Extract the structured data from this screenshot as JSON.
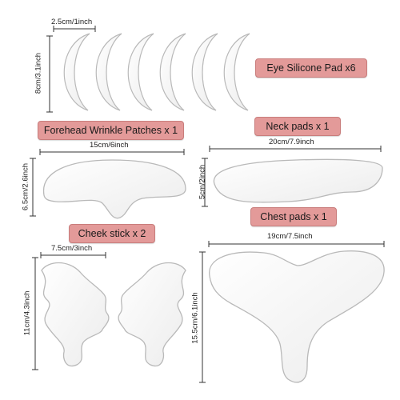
{
  "products": {
    "eye_pad": {
      "label": "Eye Silicone Pad x6",
      "width": "2.5cm/1inch",
      "height": "8cm/3.1inch"
    },
    "forehead": {
      "label": "Forehead Wrinkle Patches x 1",
      "width": "15cm/6inch",
      "height": "6.5cm/2.6inch"
    },
    "neck": {
      "label": "Neck pads x 1",
      "width": "20cm/7.9inch",
      "height": "5cm/2inch"
    },
    "cheek": {
      "label": "Cheek stick x 2",
      "width": "7.5cm/3inch",
      "height": "11cm/4.3inch"
    },
    "chest": {
      "label": "Chest pads x 1",
      "width": "19cm/7.5inch",
      "height": "15.5cm/6.1inch"
    }
  },
  "colors": {
    "label_bg": "#e39a99",
    "pad_fill": "#f4f4f4",
    "pad_stroke": "#b9b9b9",
    "dim_line": "#333333"
  }
}
